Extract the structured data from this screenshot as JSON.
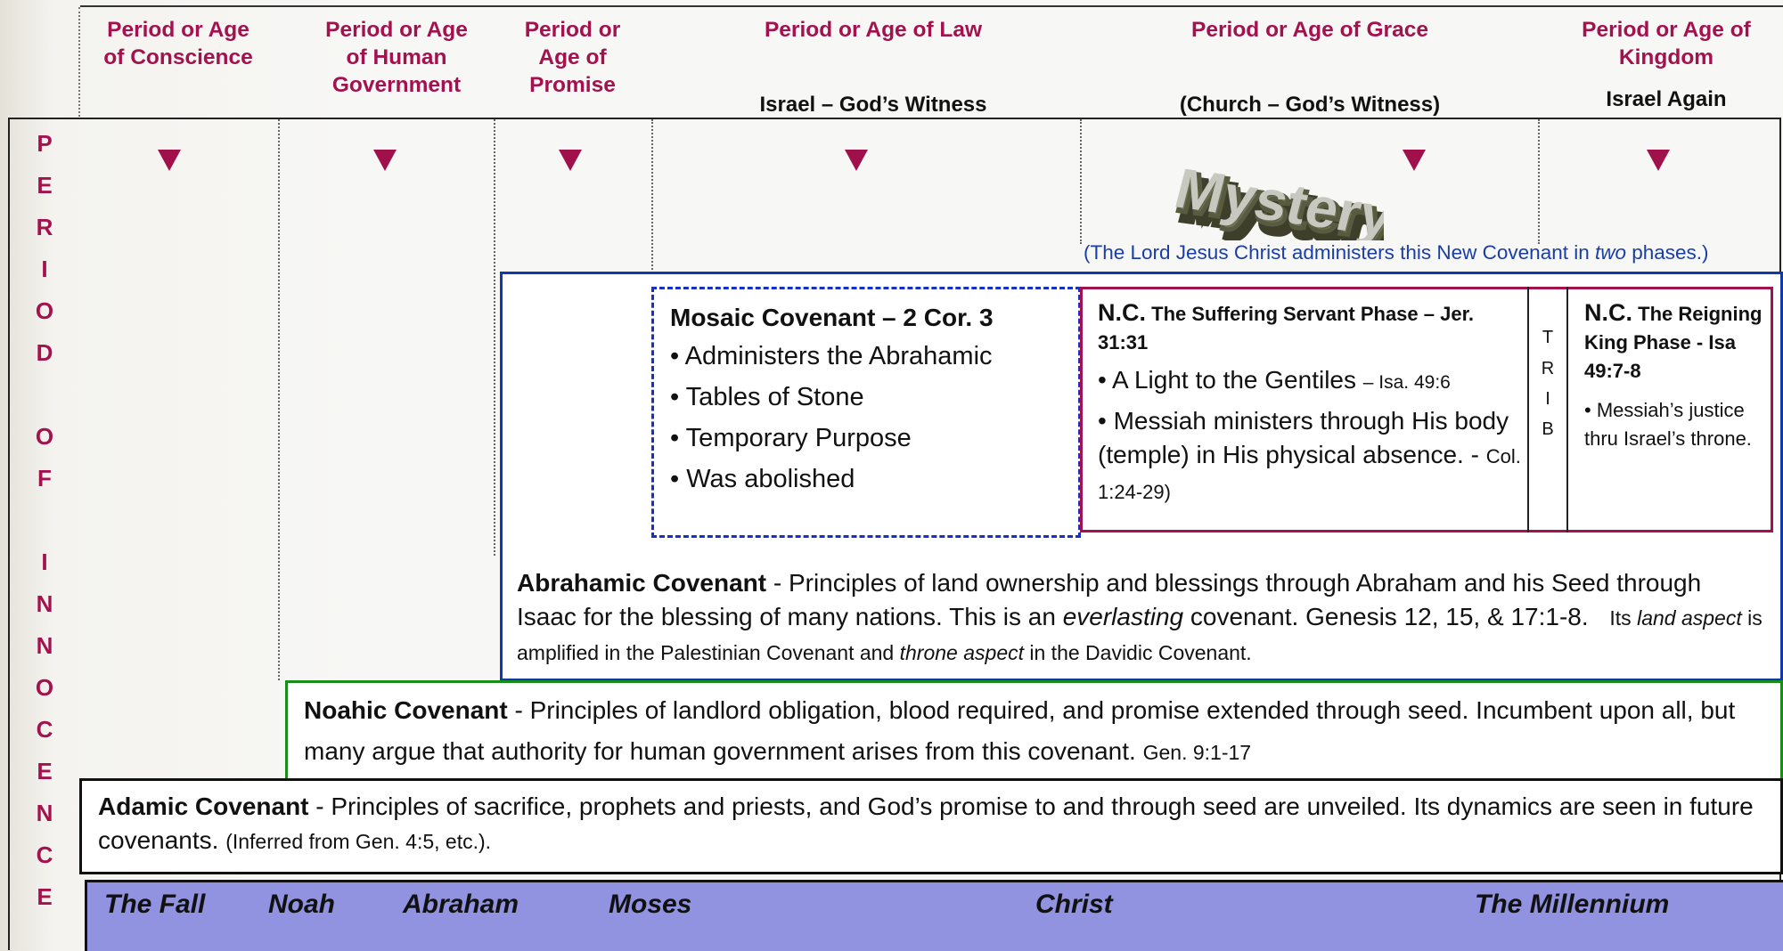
{
  "headers": [
    {
      "title": "Period or Age\nof Conscience",
      "subtitle": ""
    },
    {
      "title": "Period or Age\nof  Human\nGovernment",
      "subtitle": ""
    },
    {
      "title": "Period or\nAge  of\nPromise",
      "subtitle": ""
    },
    {
      "title": "Period or Age of Law",
      "subtitle": "Israel – God’s Witness"
    },
    {
      "title": "Period or Age of Grace",
      "subtitle": "(Church – God’s Witness)"
    },
    {
      "title": "Period or Age of\nKingdom",
      "subtitle": "Israel Again"
    }
  ],
  "side_label": [
    "P",
    "E",
    "R",
    "I",
    "O",
    "D",
    "",
    "O",
    "F",
    "",
    "I",
    "N",
    "N",
    "O",
    "C",
    "E",
    "N",
    "C",
    "E"
  ],
  "mystery": {
    "word": "Mystery!",
    "note_pre": "(The Lord  Jesus Christ administers this New Covenant in ",
    "note_em": "two",
    "note_post": " phases.)"
  },
  "mosaic": {
    "title": "Mosaic Covenant – 2 Cor. 3",
    "bullets": [
      "• Administers  the Abrahamic",
      "• Tables of Stone",
      "• Temporary  Purpose",
      "• Was abolished"
    ]
  },
  "nc_suffering": {
    "prefix": "N.C.",
    "title": "The Suffering Servant Phase – Jer. 31:31",
    "bullet1": "• A Light to the Gentiles",
    "bullet1_ref": "– Isa. 49:6",
    "bullet2": "• Messiah  ministers through His body (temple) in His physical absence. -",
    "bullet2_ref": "Col. 1:24-29)"
  },
  "trib": [
    "T",
    "R",
    "I",
    "B"
  ],
  "nc_reigning": {
    "prefix": "N.C.",
    "title": "The Reigning  King Phase - Isa 49:7-8",
    "bullet": "• Messiah’s justice thru Israel’s throne."
  },
  "abrahamic": {
    "name": "Abrahamic Covenant",
    "text1": " - Principles of land ownership and blessings through Abraham and his Seed through Isaac  for the blessing of many nations. This is an ",
    "em": "everlasting",
    "text2": " covenant. Genesis 12, 15, & 17:1-8.",
    "small1": "Its ",
    "small_em1": "land aspect",
    "small2": " is amplified in the Palestinian  Covenant and ",
    "small_em2": "throne aspect",
    "small3": " in the Davidic Covenant."
  },
  "noahic": {
    "name": "Noahic Covenant",
    "text": " - Principles of landlord obligation, blood required, and promise extended through seed. Incumbent upon all, but many argue that authority for human government arises from this covenant.",
    "ref": "Gen. 9:1-17"
  },
  "adamic": {
    "name": "Adamic Covenant",
    "text": " - Principles of sacrifice, prophets and priests, and God’s promise to and through seed are unveiled. Its dynamics are seen in future covenants.",
    "ref": "(Inferred from Gen. 4:5, etc.)."
  },
  "timeline": [
    "The Fall",
    "Noah",
    "Abraham",
    "Moses",
    "Christ",
    "The Millennium"
  ],
  "colors": {
    "header_red": "#a3124e",
    "triangle": "#a0104a",
    "blue_frame": "#0f3aa8",
    "green_frame": "#1a8c1a",
    "nc_frame": "#a3124e",
    "timeline_bg": "#9193e0"
  }
}
